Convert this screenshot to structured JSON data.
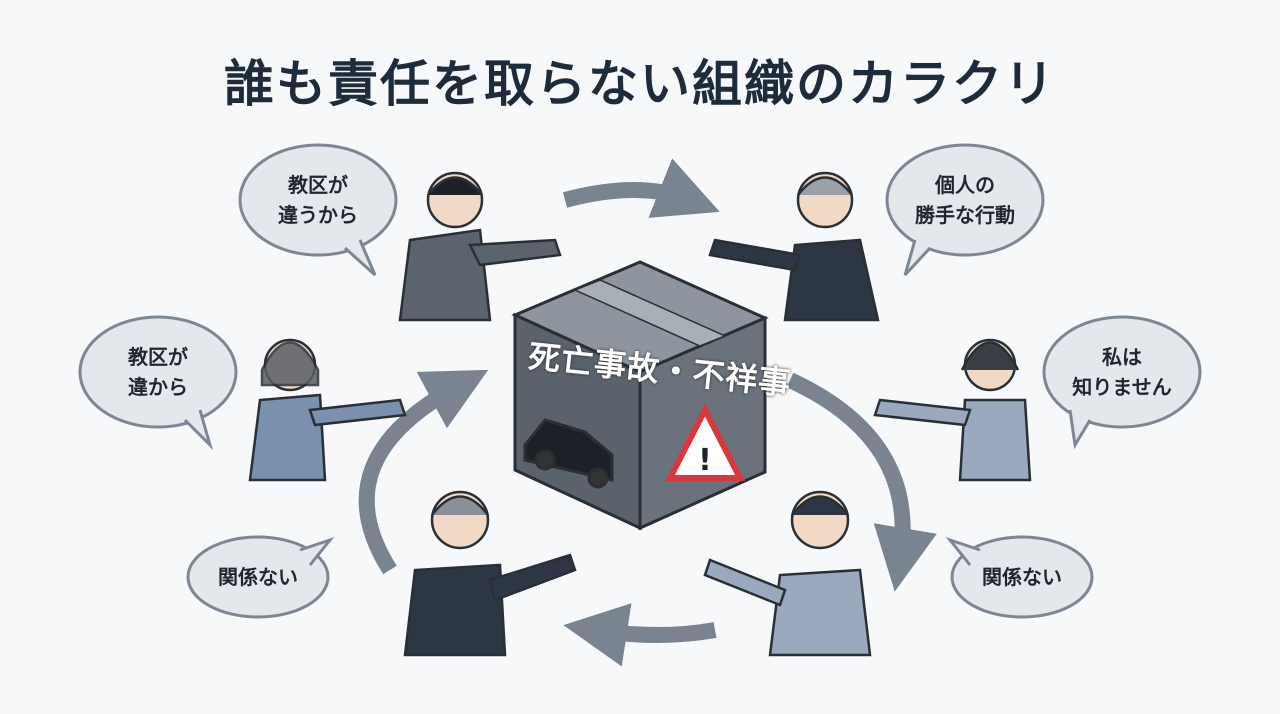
{
  "title": "誰も責任を取らない組織のカラクリ",
  "box_label": "死亡事故・不祥事",
  "bubbles": [
    {
      "line1": "教区が",
      "line2": "違うから"
    },
    {
      "line1": "個人の",
      "line2": "勝手な行動"
    },
    {
      "line1": "教区が",
      "line2": "違から"
    },
    {
      "line1": "私は",
      "line2": "知りません"
    },
    {
      "line1": "関係ない",
      "line2": ""
    },
    {
      "line1": "関係ない",
      "line2": ""
    }
  ],
  "colors": {
    "arrow": "#7a8491",
    "box": "#5d6570",
    "bubble": "#e4e7eb",
    "warning": "#d9363e"
  }
}
